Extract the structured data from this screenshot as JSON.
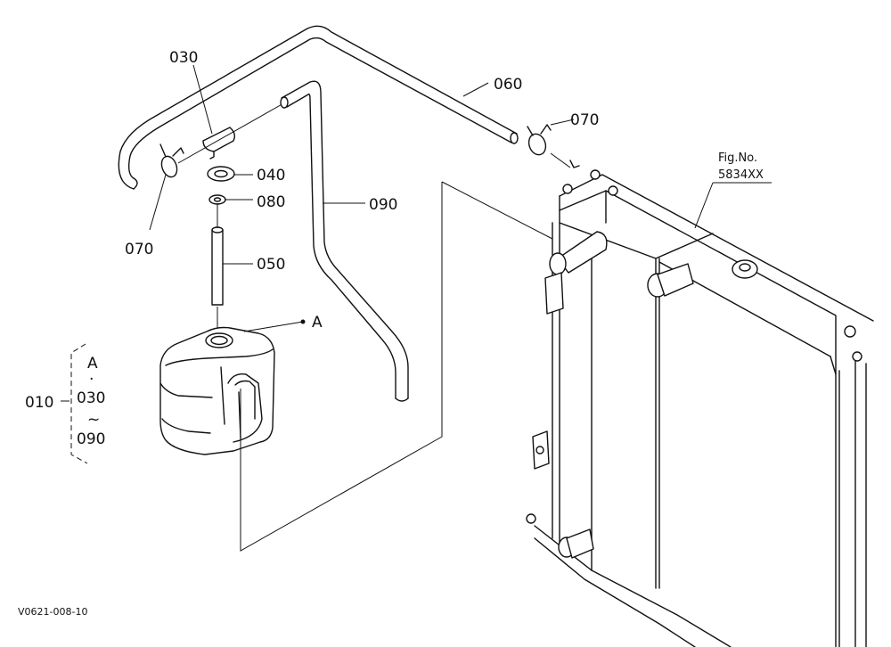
{
  "labels": {
    "p030": "030",
    "p040": "040",
    "p080": "080",
    "p050": "050",
    "p060": "060",
    "p070a": "070",
    "p070b": "070",
    "p090": "090",
    "ref_a": "A",
    "fig_no": "Fig.No.",
    "fig_code": "5834XX"
  },
  "assembly": {
    "number": "010",
    "line1": "A",
    "line2": "·",
    "line3": "030",
    "line4": "~",
    "line5": "090"
  },
  "footer": {
    "code": "V0621-008-10"
  },
  "colors": {
    "line": "#111111",
    "background": "#ffffff"
  }
}
